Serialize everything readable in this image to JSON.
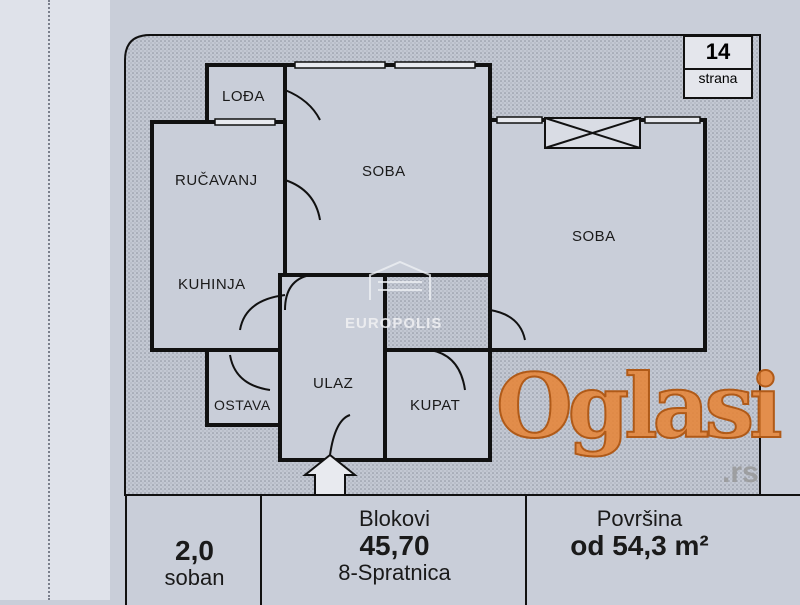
{
  "page_badge": {
    "number": "14",
    "label": "strana"
  },
  "rooms": {
    "loda": "LOĐA",
    "rucavanj": "RUČAVANJ",
    "kuhinja": "KUHINJA",
    "soba1": "SOBA",
    "soba2": "SOBA",
    "ostava": "OSTAVA",
    "ulaz": "ULAZ",
    "kupat": "KUPAT"
  },
  "watermark": {
    "europolis": "EUROPOLIS",
    "oglasi": "Oglasi",
    "oglasi_tld": ".rs"
  },
  "info": {
    "rooms_value": "2,0",
    "rooms_label": "soban",
    "block_label": "Blokovi",
    "block_value": "45,70",
    "building_type": "8-Spratnica",
    "area_label": "Površina",
    "area_value": "od 54,3 m²"
  }
}
